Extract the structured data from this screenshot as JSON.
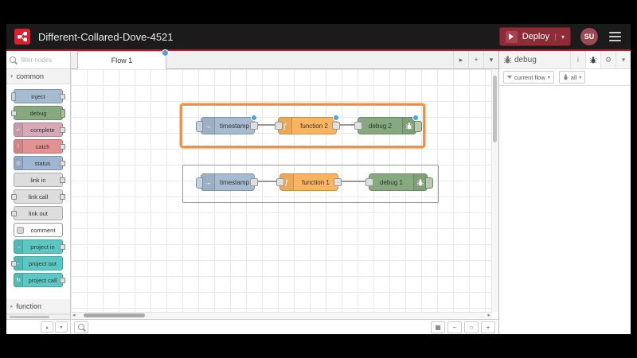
{
  "colors": {
    "header_bg": "#1b1b1b",
    "header_accent_line": "#b5182d",
    "logo_red": "#d8222f",
    "deploy_bg": "#8d2b36",
    "selection_orange": "#ff8c2e",
    "modified_dot_blue": "#3dabdd",
    "node_inject": "#a6bbcf",
    "node_function": "#f9b45f",
    "node_debug": "#87a980",
    "node_complete": "#d7a8b8",
    "node_catch": "#e49191",
    "node_status": "#9fb5d1",
    "node_link": "#dddddd",
    "node_comment": "#ffffff",
    "node_project": "#5bc8c4"
  },
  "header": {
    "title": "Different-Collared-Dove-4521",
    "deploy_label": "Deploy",
    "avatar_initials": "SU"
  },
  "palette": {
    "search_placeholder": "filter nodes",
    "category_common": "common",
    "category_function": "function",
    "items": [
      {
        "label": "inject"
      },
      {
        "label": "debug"
      },
      {
        "label": "complete"
      },
      {
        "label": "catch"
      },
      {
        "label": "status"
      },
      {
        "label": "link in"
      },
      {
        "label": "link call"
      },
      {
        "label": "link out"
      },
      {
        "label": "comment"
      },
      {
        "label": "project in"
      },
      {
        "label": "project out"
      },
      {
        "label": "project call"
      }
    ]
  },
  "workspace": {
    "tab_label": "Flow 1",
    "tab_modified": true,
    "groups": [
      {
        "selected": true,
        "nodes": [
          {
            "type": "inject",
            "label": "timestamp",
            "modified": true
          },
          {
            "type": "function",
            "label": "function 2",
            "modified": true
          },
          {
            "type": "debug",
            "label": "debug 2",
            "modified": true
          }
        ]
      },
      {
        "selected": false,
        "nodes": [
          {
            "type": "inject",
            "label": "timestamp",
            "modified": false
          },
          {
            "type": "function",
            "label": "function 1",
            "modified": false
          },
          {
            "type": "debug",
            "label": "debug 1",
            "modified": false
          }
        ]
      }
    ]
  },
  "sidebar": {
    "title": "debug",
    "filter_flow_label": "current flow",
    "filter_scope_label": "all"
  },
  "glyphs": {
    "caret_down": "▾",
    "caret_up": "▴",
    "arrow_right": "▸",
    "arrow_left": "◂",
    "plus": "+",
    "minus": "−",
    "zoom_reset": "○",
    "navigator": "▦",
    "info": "i",
    "gear": "⚙",
    "function_icon": "ƒ",
    "inject_icon": "→",
    "check": "✓",
    "bang": "!",
    "status_icon": "◎",
    "proj_in": "→",
    "proj_out": "←",
    "proj_call": "↻"
  }
}
